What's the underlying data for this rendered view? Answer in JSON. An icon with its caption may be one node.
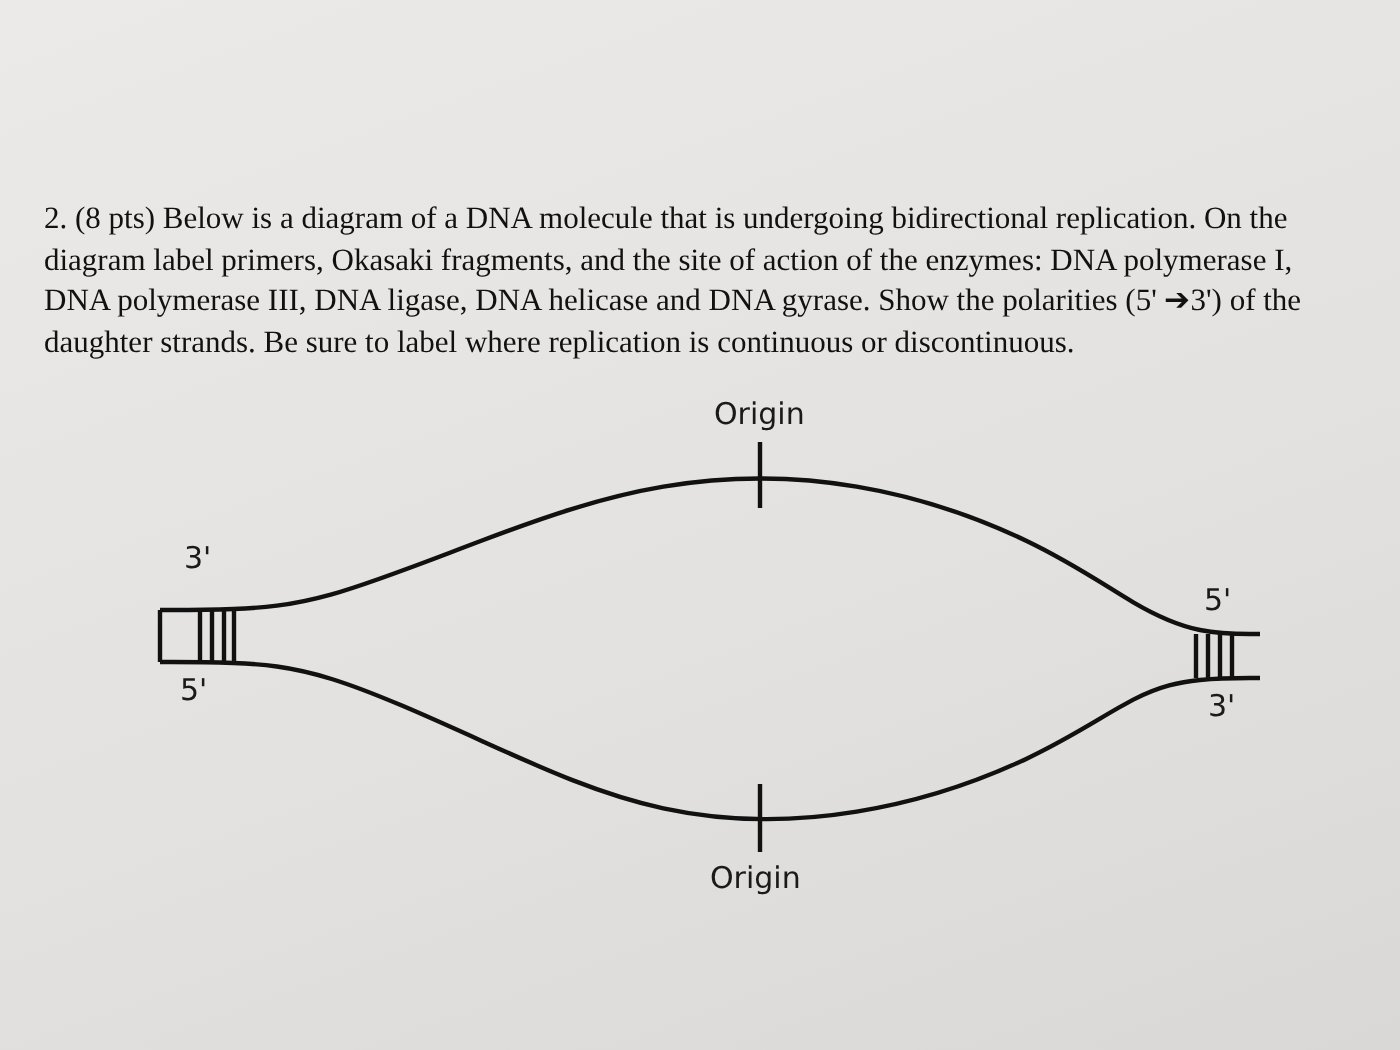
{
  "diagram": {
    "labels": [
      "2. (8 pts) Below is a diagram of a DNA molecule that is undergoing bidirectional replication. On the diagram label primers, Okasaki fragments, and the site of action of the enzymes: DNA polymerase I, DNA polymerase III, DNA ligase, DNA helicase and DNA gyrase. Show the polarities (5' ➔3') of the daughter strands. Be sure to label where replication is continuous or discontinuous.",
      "Origin",
      "3'",
      "5'",
      "5'",
      "3'",
      "Origin"
    ]
  }
}
